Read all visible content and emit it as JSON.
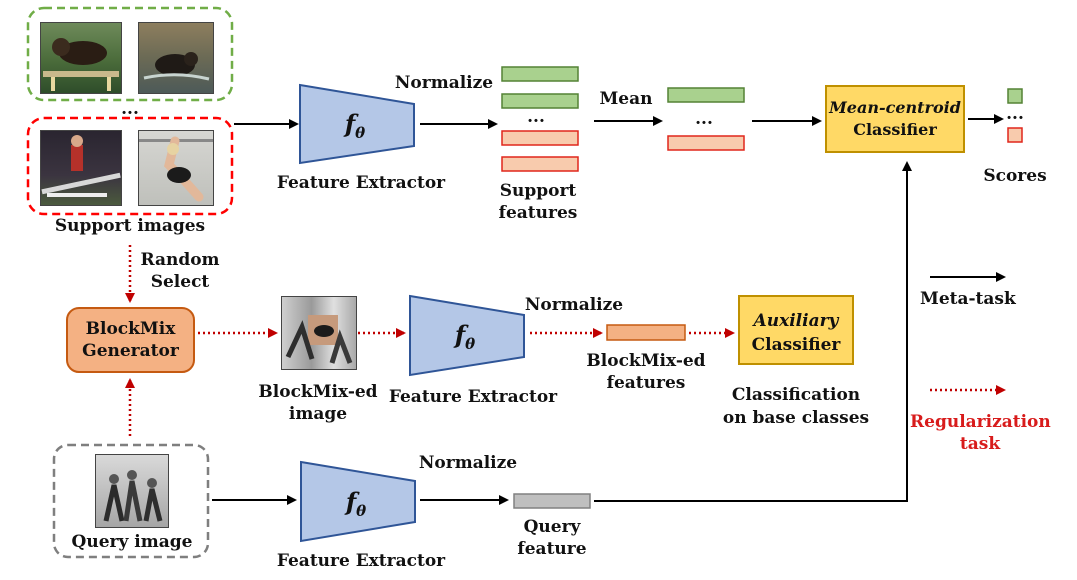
{
  "labels": {
    "support_images": "Support images",
    "random_select": "Random\nSelect",
    "random_select_l1": "Random",
    "random_select_l2": "Select",
    "query_image": "Query image",
    "feature_extractor": "Feature Extractor",
    "f_theta": "f",
    "theta": "θ",
    "normalize": "Normalize",
    "mean": "Mean",
    "ellipsis": "...",
    "support_features_l1": "Support",
    "support_features_l2": "features",
    "mean_centroid_l1": "Mean-centroid",
    "mean_centroid_l2": "Classifier",
    "scores": "Scores",
    "blockmix_gen_l1": "BlockMix",
    "blockmix_gen_l2": "Generator",
    "blockmix_image_l1": "BlockMix-ed",
    "blockmix_image_l2": "image",
    "blockmix_features_l1": "BlockMix-ed",
    "blockmix_features_l2": "features",
    "auxiliary_l1": "Auxiliary",
    "auxiliary_l2": "Classifier",
    "base_classes_l1": "Classification",
    "base_classes_l2": "on base classes",
    "query_feature_l1": "Query",
    "query_feature_l2": "feature",
    "legend_meta": "Meta-task",
    "legend_reg_l1": "Regularization",
    "legend_reg_l2": "task"
  },
  "colors": {
    "extractor_fill": "#b4c7e7",
    "extractor_stroke": "#2f5597",
    "green_feature": "#a9d18e",
    "green_stroke": "#548235",
    "red_feature": "#f8cbad",
    "red_stroke": "#e0261c",
    "orange_feature": "#f4b183",
    "orange_stroke": "#c55a11",
    "gray_feature": "#bfbfbf",
    "classifier_fill": "#ffd966",
    "classifier_stroke": "#bf9000",
    "green_dash": "#70ad47",
    "red_dash": "#ff0000",
    "gray_dash": "#7f7f7f",
    "reg_arrow": "#c00000"
  }
}
